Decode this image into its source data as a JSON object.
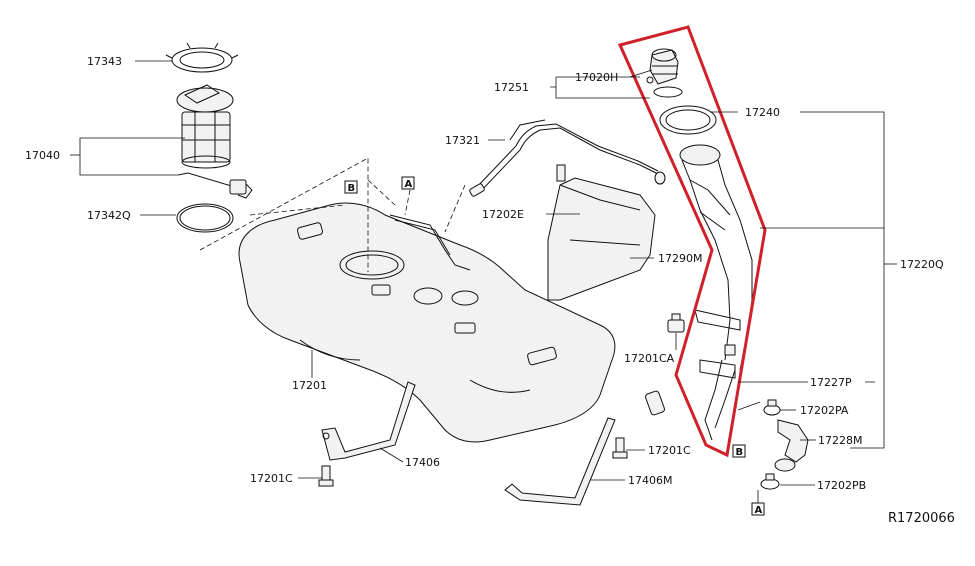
{
  "diagram": {
    "reference_code": "R1720066",
    "highlight_color": "#d0202a",
    "parts": {
      "p17343": "17343",
      "p17040": "17040",
      "p17342Q": "17342Q",
      "p17020H": "17020H",
      "p17251": "17251",
      "p17240": "17240",
      "p17321": "17321",
      "p17202E": "17202E",
      "p17290M": "17290M",
      "p17220Q": "17220Q",
      "p17201CA": "17201CA",
      "p17227P": "17227P",
      "p17202PA": "17202PA",
      "p17228M": "17228M",
      "p17201": "17201",
      "p17406": "17406",
      "p17201C_left": "17201C",
      "p17201C_right": "17201C",
      "p17406M": "17406M",
      "p17202PB": "17202PB"
    },
    "markers": {
      "a_top": "A",
      "b_top": "B",
      "b_right": "B",
      "a_bottom": "A"
    }
  }
}
